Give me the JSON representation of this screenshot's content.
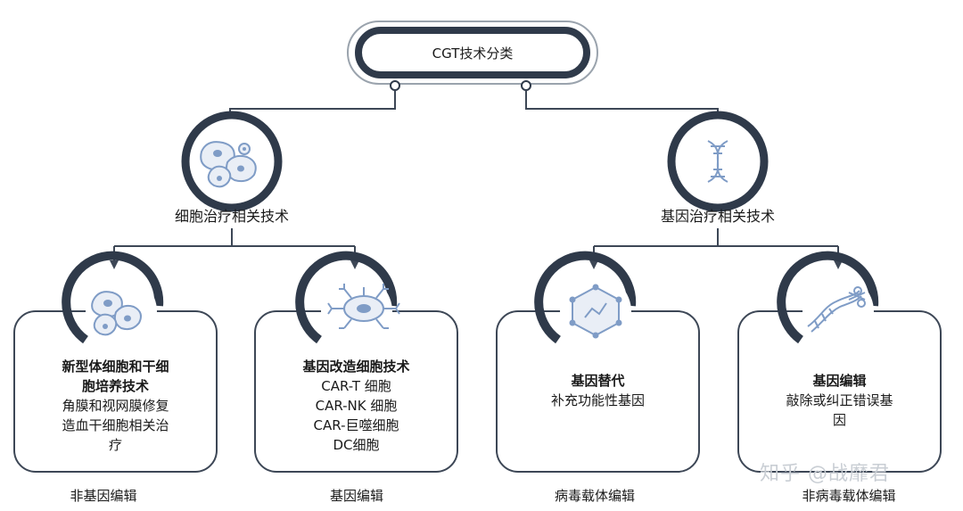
{
  "root": {
    "label": "CGT技术分类"
  },
  "branches": [
    {
      "label": "细胞治疗相关技术",
      "icon": "cells-icon"
    },
    {
      "label": "基因治疗相关技术",
      "icon": "dna-icon"
    }
  ],
  "cards": [
    {
      "title_lines": [
        "新型体细胞和干细",
        "胞培养技术"
      ],
      "body_lines": [
        "角膜和视网膜修复",
        "造血干细胞相关治",
        "疗"
      ],
      "caption": "非基因编辑",
      "icon": "stem-cells-icon"
    },
    {
      "title_lines": [
        "基因改造细胞技术"
      ],
      "body_lines": [
        "CAR-T 细胞",
        "CAR-NK 细胞",
        "CAR-巨噬细胞",
        "DC细胞"
      ],
      "caption": "基因编辑",
      "icon": "engineered-cell-icon"
    },
    {
      "title_lines": [
        "基因替代"
      ],
      "body_lines": [
        "补充功能性基因"
      ],
      "caption": "病毒载体编辑",
      "icon": "viral-vector-icon"
    },
    {
      "title_lines": [
        "基因编辑"
      ],
      "body_lines": [
        "敲除或纠正错误基",
        "因"
      ],
      "caption": "非病毒载体编辑",
      "icon": "gene-scissors-icon"
    }
  ],
  "watermark": "知乎 @战靡君",
  "colors": {
    "dark": "#2f3a4a",
    "line": "#3d4756",
    "icon": "#7f9cc6",
    "icon_fill": "#e9eef6"
  }
}
